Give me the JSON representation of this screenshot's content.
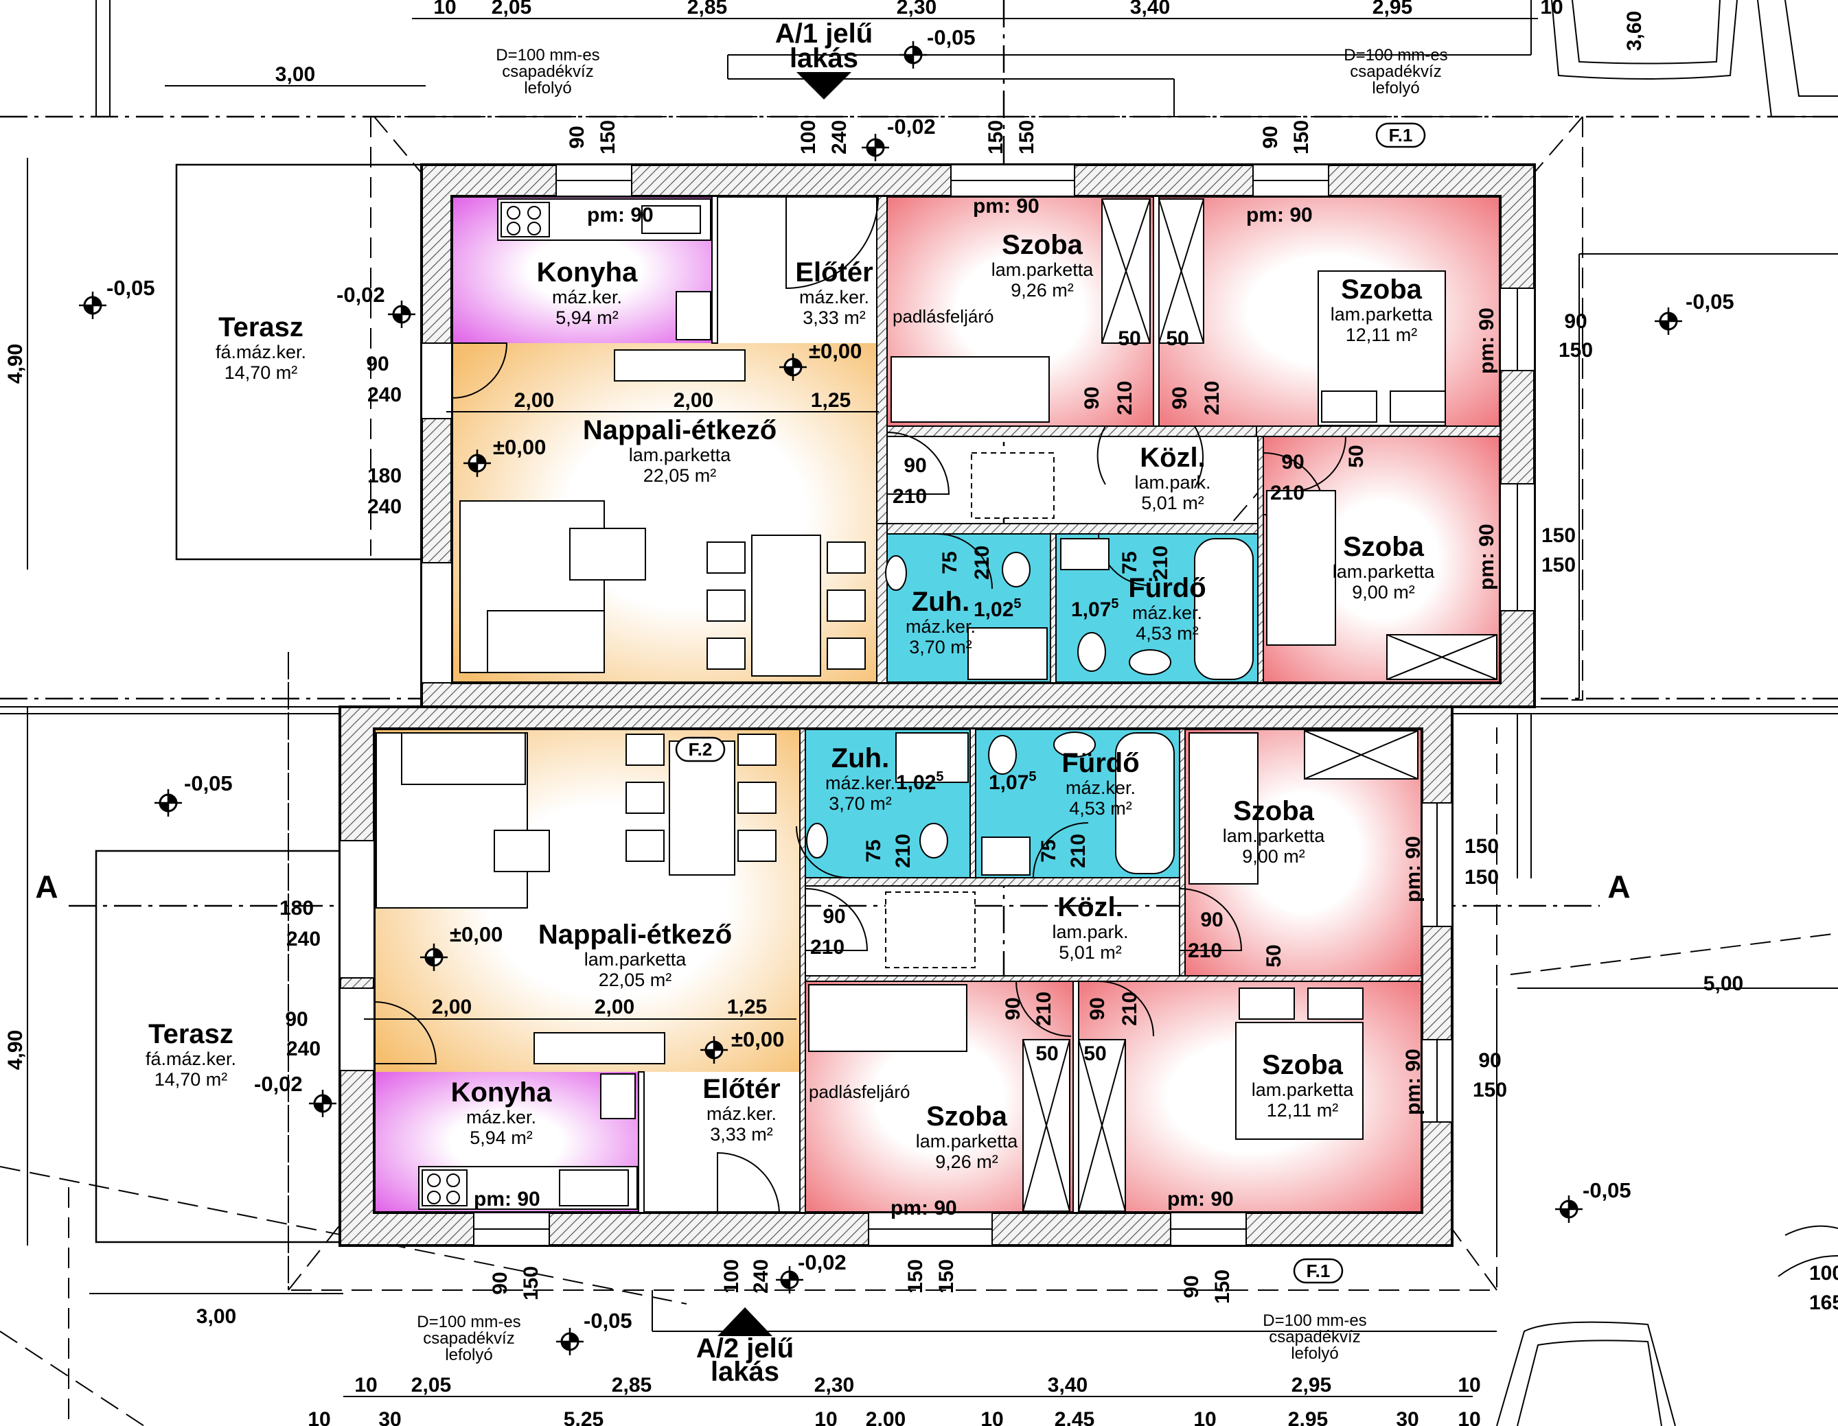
{
  "units": [
    {
      "id": "A1",
      "title_l1": "A/1 jelű",
      "title_l2": "lakás",
      "rooms": [
        {
          "id": "a1-konyha",
          "name": "Konyha",
          "finish": "máz.ker.",
          "area": "5,94 m²"
        },
        {
          "id": "a1-eloter",
          "name": "Előtér",
          "finish": "máz.ker.",
          "area": "3,33 m²"
        },
        {
          "id": "a1-szoba-1",
          "name": "Szoba",
          "finish": "lam.parketta",
          "area": "9,26 m²"
        },
        {
          "id": "a1-szoba-2",
          "name": "Szoba",
          "finish": "lam.parketta",
          "area": "12,11 m²"
        },
        {
          "id": "a1-nappali",
          "name": "Nappali-étkező",
          "finish": "lam.parketta",
          "area": "22,05 m²"
        },
        {
          "id": "a1-kozl",
          "name": "Közl.",
          "finish": "lam.park.",
          "area": "5,01 m²"
        },
        {
          "id": "a1-zuh",
          "name": "Zuh.",
          "finish": "máz.ker.",
          "area": "3,70 m²"
        },
        {
          "id": "a1-furdo",
          "name": "Fürdő",
          "finish": "máz.ker.",
          "area": "4,53 m²"
        },
        {
          "id": "a1-szoba-3",
          "name": "Szoba",
          "finish": "lam.parketta",
          "area": "9,00 m²"
        },
        {
          "id": "a1-terasz",
          "name": "Terasz",
          "finish": "fá.máz.ker.",
          "area": "14,70 m²"
        }
      ]
    },
    {
      "id": "A2",
      "title_l1": "A/2 jelű",
      "title_l2": "lakás",
      "rooms": [
        {
          "id": "a2-nappali",
          "name": "Nappali-étkező",
          "finish": "lam.parketta",
          "area": "22,05 m²"
        },
        {
          "id": "a2-zuh",
          "name": "Zuh.",
          "finish": "máz.ker.",
          "area": "3,70 m²"
        },
        {
          "id": "a2-furdo",
          "name": "Fürdő",
          "finish": "máz.ker.",
          "area": "4,53 m²"
        },
        {
          "id": "a2-szoba-1",
          "name": "Szoba",
          "finish": "lam.parketta",
          "area": "9,00 m²"
        },
        {
          "id": "a2-kozl",
          "name": "Közl.",
          "finish": "lam.park.",
          "area": "5,01 m²"
        },
        {
          "id": "a2-szoba-2",
          "name": "Szoba",
          "finish": "lam.parketta",
          "area": "12,11 m²"
        },
        {
          "id": "a2-konyha",
          "name": "Konyha",
          "finish": "máz.ker.",
          "area": "5,94 m²"
        },
        {
          "id": "a2-eloter",
          "name": "Előtér",
          "finish": "máz.ker.",
          "area": "3,33 m²"
        },
        {
          "id": "a2-szoba-3",
          "name": "Szoba",
          "finish": "lam.parketta",
          "area": "9,26 m²"
        },
        {
          "id": "a2-terasz",
          "name": "Terasz",
          "finish": "fá.máz.ker.",
          "area": "14,70 m²"
        }
      ]
    }
  ],
  "section_marker": "A",
  "fal_labels": [
    "F.1",
    "F.2",
    "F.1"
  ],
  "drain_note": [
    "D=100 mm-es",
    "csapadékvíz",
    "lefolyó"
  ],
  "padlasfeljaro": "padlásfeljáró",
  "levels": {
    "m005": "-0,05",
    "m002": "-0,02",
    "zero": "±0,00"
  },
  "sill_label": "pm: 90",
  "openings": {
    "w90": "90",
    "w100": "100",
    "w150": "150",
    "w180": "180",
    "h240": "240",
    "h210": "210",
    "w75": "75",
    "w50": "50"
  },
  "shower_dims": {
    "d1": "1,02",
    "d1_sup": "5",
    "d2": "1,07",
    "d2_sup": "5"
  },
  "dims_top": [
    "10",
    "2,05",
    "2,85",
    "2,30",
    "3,40",
    "2,95",
    "10"
  ],
  "dims_bottom": [
    "10",
    "2,05",
    "2,85",
    "2,30",
    "3,40",
    "2,95",
    "10"
  ],
  "dims_bottom_row2": [
    "10",
    "30",
    "5,25",
    "10",
    "2,00",
    "10",
    "2,45",
    "10",
    "2,95",
    "30",
    "10"
  ],
  "dims_interior": [
    "2,00",
    "2,00",
    "1,25"
  ],
  "dims_side": [
    "4,90",
    "4,90"
  ],
  "dims_misc": {
    "terrace_w": "3,00",
    "right_5": "5,00",
    "top_right": "3,60",
    "bottom_left": "3,00",
    "right_partial_1": "100",
    "right_partial_2": "165"
  },
  "colors": {
    "kitchen": "#e060e0",
    "living": "#f5c27a",
    "bedroom": "#f08a8a",
    "wet": "#56d4e6",
    "wall": "#9a9a9a"
  }
}
